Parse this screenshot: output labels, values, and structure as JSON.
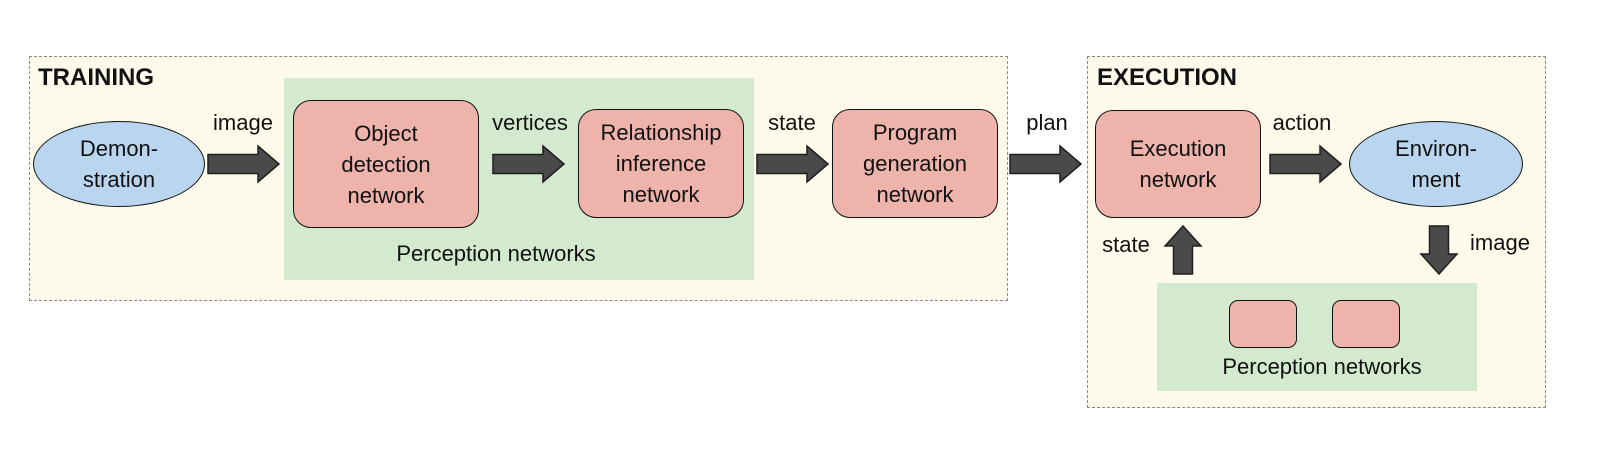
{
  "colors": {
    "section_background": "#fdfaeb",
    "section_border": "#8a8a8a",
    "perception_panel": "#d4eacf",
    "network_box": "#eeb4ac",
    "io_ellipse": "#b9d5ef",
    "arrow_fill": "#4a4a4a"
  },
  "training": {
    "title": "TRAINING",
    "demonstration": "Demon-\nstration",
    "object_detection": "Object\ndetection\nnetwork",
    "relationship_inference": "Relationship\ninference\nnetwork",
    "program_generation": "Program\ngeneration\nnetwork",
    "perception_label": "Perception networks",
    "edge_image": "image",
    "edge_vertices": "vertices",
    "edge_state": "state"
  },
  "link": {
    "edge_plan": "plan"
  },
  "execution": {
    "title": "EXECUTION",
    "execution_network": "Execution\nnetwork",
    "environment": "Environ-\nment",
    "perception_label": "Perception networks",
    "edge_action": "action",
    "edge_state": "state",
    "edge_image": "image"
  }
}
